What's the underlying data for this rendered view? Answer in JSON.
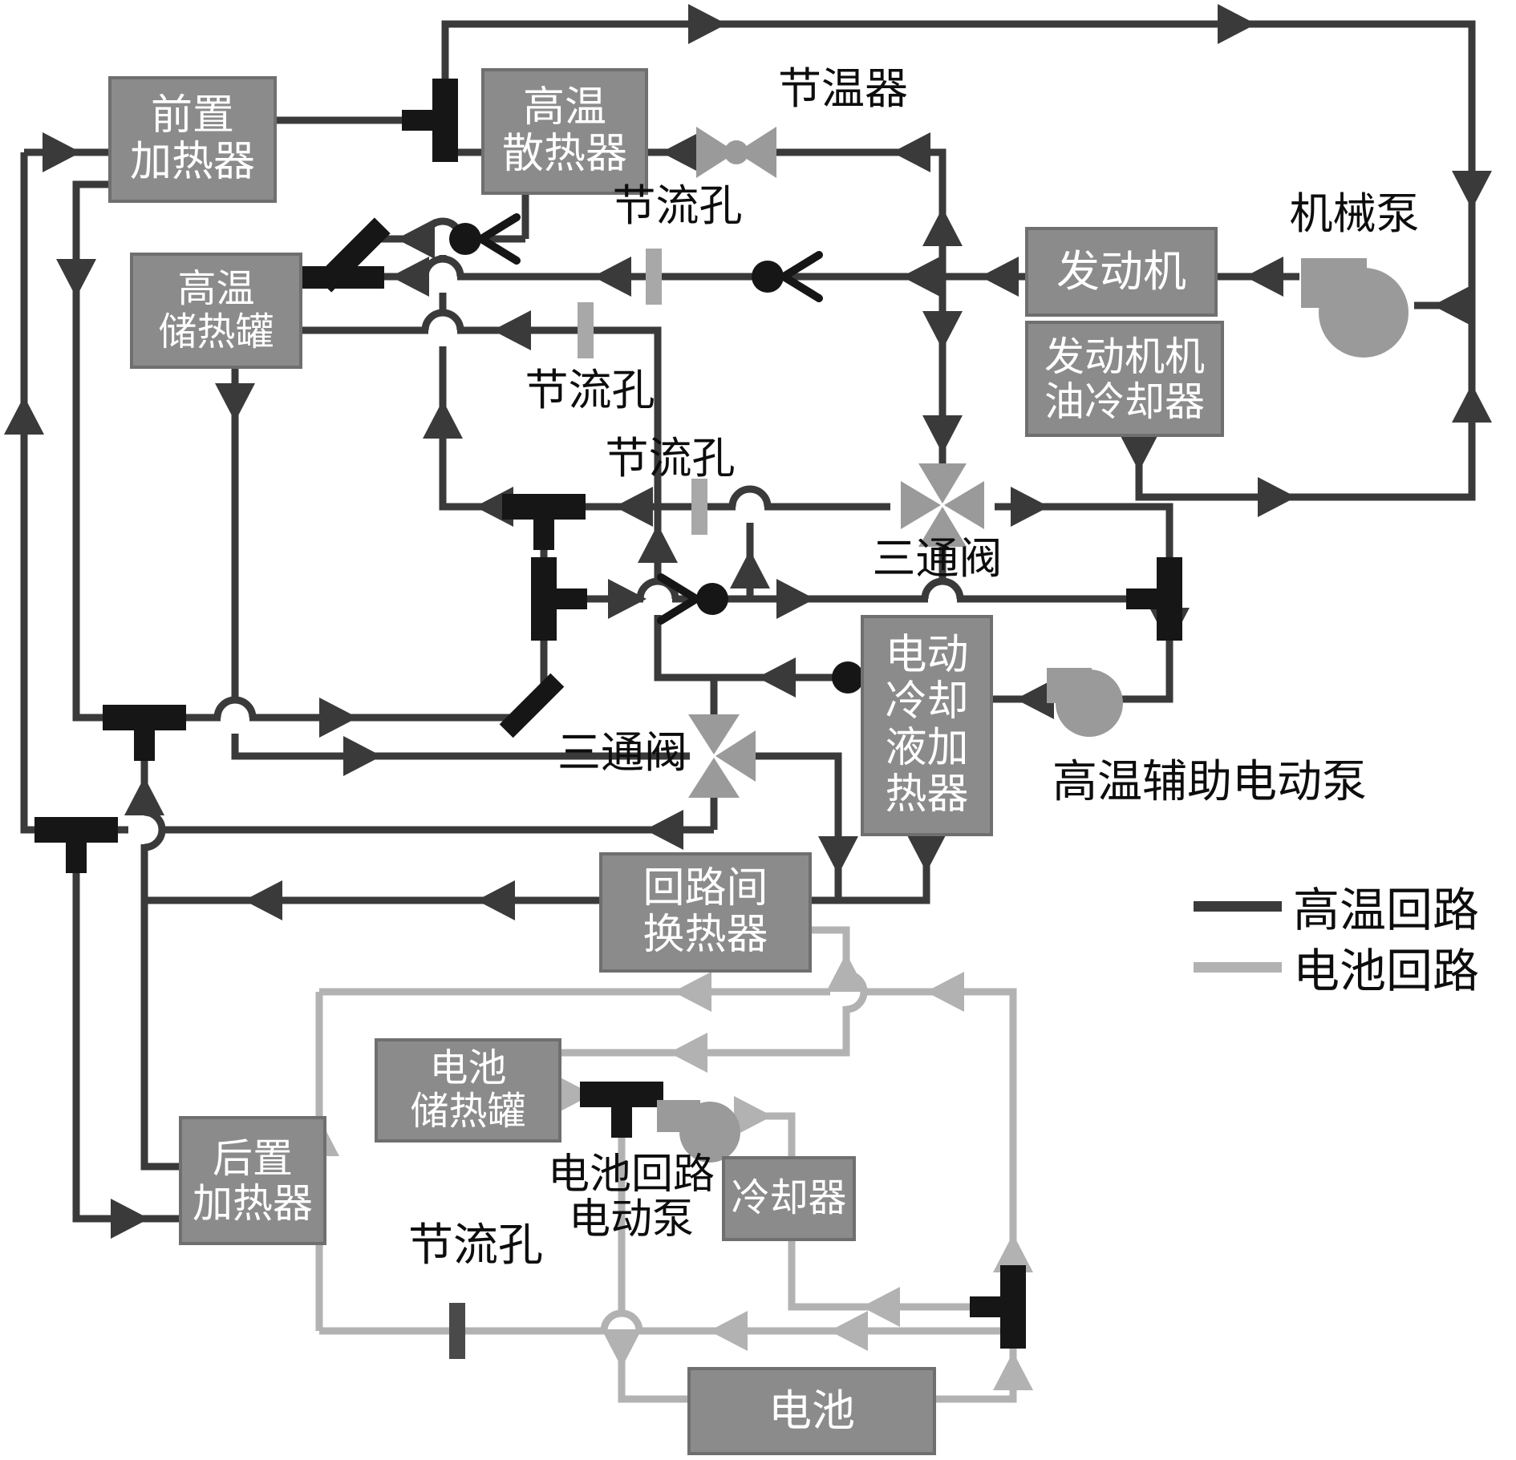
{
  "boxes": {
    "pre_heater": {
      "label": "前置\n加热器"
    },
    "ht_tank": {
      "label": "高温\n储热罐"
    },
    "ht_radiator": {
      "label": "高温\n散热器"
    },
    "engine": {
      "label": "发动机"
    },
    "engine_oil_cooler": {
      "label": "发动机机\n油冷却器"
    },
    "coolant_heater": {
      "label": "电动\n冷却\n液加\n热器"
    },
    "interloop_hx": {
      "label": "回路间\n换热器"
    },
    "battery_tank": {
      "label": "电池\n储热罐"
    },
    "rear_heater": {
      "label": "后置\n加热器"
    },
    "cooler": {
      "label": "冷却器"
    },
    "battery": {
      "label": "电池"
    }
  },
  "labels": {
    "thermostat": "节温器",
    "mechanical_pump": "机械泵",
    "orifice_1": "节流孔",
    "orifice_2": "节流孔",
    "orifice_3": "节流孔",
    "orifice_4": "节流孔",
    "three_way_valve_1": "三通阀",
    "three_way_valve_2": "三通阀",
    "ht_aux_pump": "高温辅助电动泵",
    "battery_pump": "电池回路\n电动泵"
  },
  "legend": {
    "items": [
      {
        "label": "高温回路",
        "color": "#3a3a3a"
      },
      {
        "label": "电池回路",
        "color": "#b2b2b2"
      }
    ]
  },
  "colors": {
    "ht_loop": "#3a3a3a",
    "battery_loop": "#b2b2b2",
    "box_fill": "#8b8b8b",
    "box_border": "#6f6f6f",
    "box_text": "#ffffff",
    "label_text": "#0d0d0d",
    "symbol_gray": "#9a9a9a",
    "symbol_black": "#161616",
    "orifice_gray": "#a8a8a8",
    "orifice_dark": "#4a4a4a",
    "background": "#ffffff"
  }
}
